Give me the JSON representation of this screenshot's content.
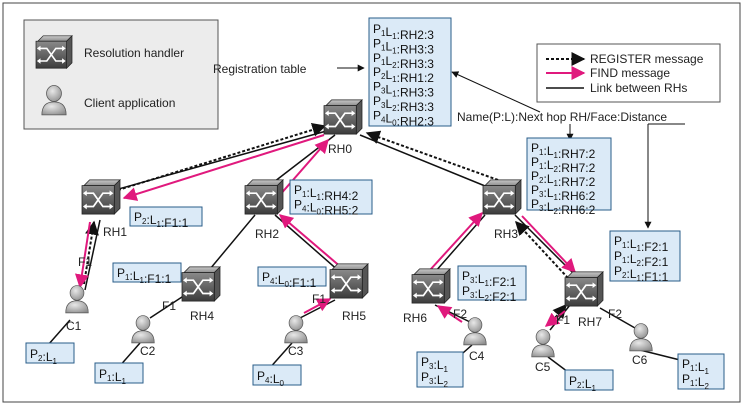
{
  "legend_left": {
    "rh_label": "Resolution handler",
    "client_label": "Client application"
  },
  "legend_right": {
    "register_label": "REGISTER message",
    "find_label": "FIND message",
    "link_label": "Link between RHs"
  },
  "annotations": {
    "registration_table": "Registration table",
    "name_format": "Name(P:L):Next hop RH/Face:Distance"
  },
  "nodes": {
    "rh0": "RH0",
    "rh1": "RH1",
    "rh2": "RH2",
    "rh3": "RH3",
    "rh4": "RH4",
    "rh5": "RH5",
    "rh6": "RH6",
    "rh7": "RH7",
    "c1": "C1",
    "c2": "C2",
    "c3": "C3",
    "c4": "C4",
    "c5": "C5",
    "c6": "C6"
  },
  "faces": {
    "rh1_f1": "F1",
    "rh4_f1": "F1",
    "rh5_f1": "F1",
    "rh6_f2": "F2",
    "rh7_f1": "F1",
    "rh7_f2": "F2"
  },
  "tables": {
    "rh0": [
      "P1L1:RH2:3",
      "P1L1:RH3:3",
      "P1L2:RH3:3",
      "P2L1:RH1:2",
      "P3L1:RH3:3",
      "P3L2:RH3:3",
      "P4L0:RH2:3"
    ],
    "rh1": [
      "P2:L1:F1:1"
    ],
    "rh2": [
      "P1:L1:RH4:2",
      "P4:L0:RH5:2"
    ],
    "rh3": [
      "P1:L1:RH7:2",
      "P1:L2:RH7:2",
      "P2:L1:RH7:2",
      "P3:L1:RH6:2",
      "P3:L2:RH6:2"
    ],
    "rh4": [
      "P1:L1:F1:1"
    ],
    "rh5": [
      "P4:L0:F1:1"
    ],
    "rh6": [
      "P3:L1:F2:1",
      "P3:L2:F2:1"
    ],
    "rh7": [
      "P1:L1:F2:1",
      "P1:L2:F2:1",
      "P2:L1:F1:1"
    ]
  },
  "client_tags": {
    "c1": [
      "P2:L1"
    ],
    "c2": [
      "P1:L1"
    ],
    "c3": [
      "P4:L0"
    ],
    "c4": [
      "P3:L1",
      "P3:L2"
    ],
    "c5": [
      "P2:L1"
    ],
    "c6": [
      "P1:L1",
      "P1:L2"
    ]
  },
  "colors": {
    "find": "#e0197d",
    "register": "#111111",
    "link": "#111111",
    "table_fill": "#dbeaf7",
    "table_stroke": "#2a5d8a",
    "legend_fill": "#ececec"
  }
}
